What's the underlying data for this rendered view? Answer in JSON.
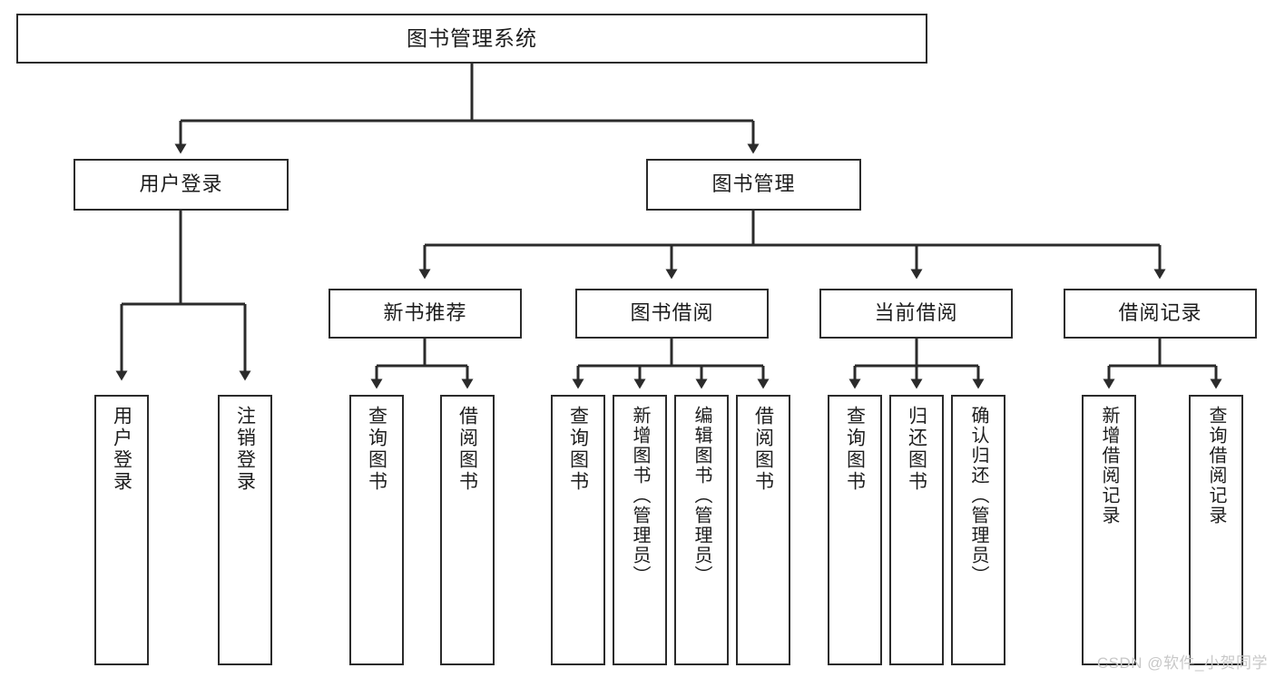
{
  "diagram": {
    "title": "图书管理系统",
    "type": "tree",
    "background_color": "#ffffff",
    "line_color": "#2b2b2b",
    "text_color": "#1d1d1d",
    "nodes": {
      "root": {
        "label": "图书管理系统"
      },
      "level1": [
        {
          "label": "用户登录"
        },
        {
          "label": "图书管理"
        }
      ],
      "level2": [
        {
          "label": "新书推荐"
        },
        {
          "label": "图书借阅"
        },
        {
          "label": "当前借阅"
        },
        {
          "label": "借阅记录"
        }
      ],
      "leaves": {
        "user_login": [
          {
            "label": "用户登录"
          },
          {
            "label": "注销登录"
          }
        ],
        "new_book_recommend": [
          {
            "label": "查询图书"
          },
          {
            "label": "借阅图书"
          }
        ],
        "book_borrow": [
          {
            "label": "查询图书"
          },
          {
            "label": "新增图书（管理员）"
          },
          {
            "label": "编辑图书（管理员）"
          },
          {
            "label": "借阅图书"
          }
        ],
        "current_borrow": [
          {
            "label": "查询图书"
          },
          {
            "label": "归还图书"
          },
          {
            "label": "确认归还（管理员）"
          }
        ],
        "borrow_record": [
          {
            "label": "新增借阅记录"
          },
          {
            "label": "查询借阅记录"
          }
        ]
      }
    }
  },
  "watermark": {
    "text": "CSDN @软件_小贺同学"
  }
}
